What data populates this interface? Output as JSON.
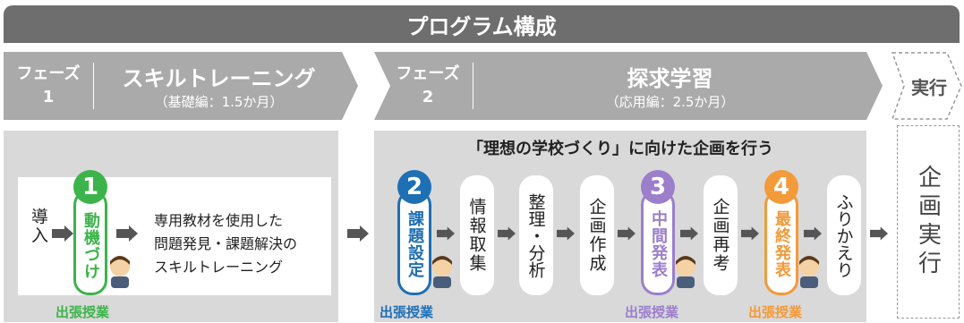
{
  "title": "プログラム構成",
  "phase1": {
    "label": "フェーズ",
    "num": "1",
    "name": "スキルトレーニング",
    "sub": "（基礎編：1.5か月）"
  },
  "phase2": {
    "label": "フェーズ",
    "num": "2",
    "name": "探求学習",
    "sub": "（応用編：2.5か月）"
  },
  "phase3": {
    "name": "実行"
  },
  "panel1": {
    "intro": "導入",
    "step1": {
      "num": "1",
      "label": "動機づけ",
      "color": "#3cb44b"
    },
    "desc": [
      "専用教材を使用した",
      "問題発見・課題解決の",
      "スキルトレーニング"
    ],
    "badge": "出張授業"
  },
  "panel2": {
    "heading": "「理想の学校づくり」に向けた企画を行う",
    "step2": {
      "num": "2",
      "label": "課題設定",
      "color": "#1f6fb5"
    },
    "item1": "情報取集",
    "item2": "整理・分析",
    "item3": "企画作成",
    "step3": {
      "num": "3",
      "label": "中間発表",
      "color": "#9b7fcb"
    },
    "item4": "企画再考",
    "step4": {
      "num": "4",
      "label": "最終発表",
      "color": "#f39a3a"
    },
    "item5": "ふりかえり",
    "badge2": "出張授業",
    "badge3": "出張授業",
    "badge4": "出張授業"
  },
  "panel3": {
    "text": "企画実行"
  }
}
